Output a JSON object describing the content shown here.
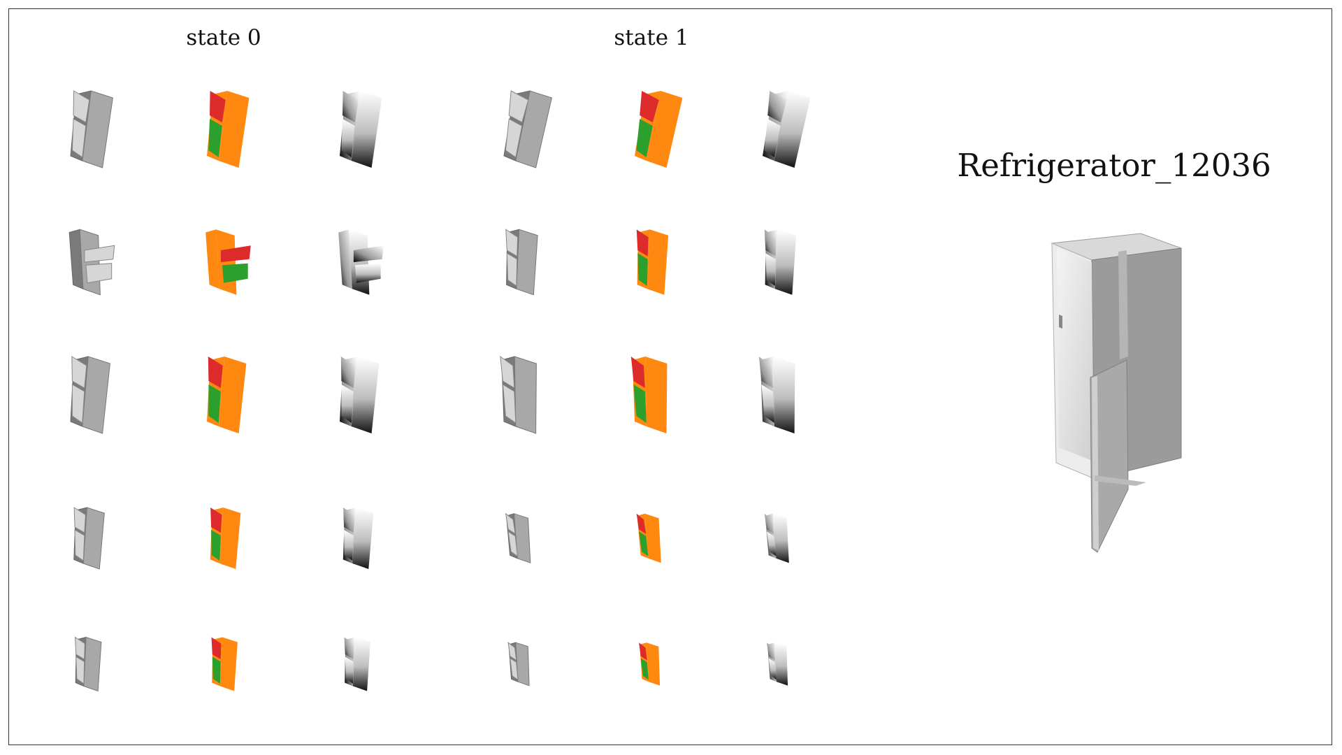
{
  "figure": {
    "state_labels": [
      "state 0",
      "state 1"
    ],
    "object_title": "Refrigerator_12036"
  },
  "colors": {
    "body_part": "#ff8811",
    "upper_door_part": "#dd2a2a",
    "lower_door_part": "#2ca02c",
    "mesh_light": "#d6d6d6",
    "mesh_mid": "#a8a8a8",
    "mesh_dark": "#7a7a7a",
    "frame": "#333333"
  },
  "grid": {
    "rows": 5,
    "views_per_state": [
      "shaded-mesh",
      "part-segmentation",
      "depth-map"
    ]
  }
}
